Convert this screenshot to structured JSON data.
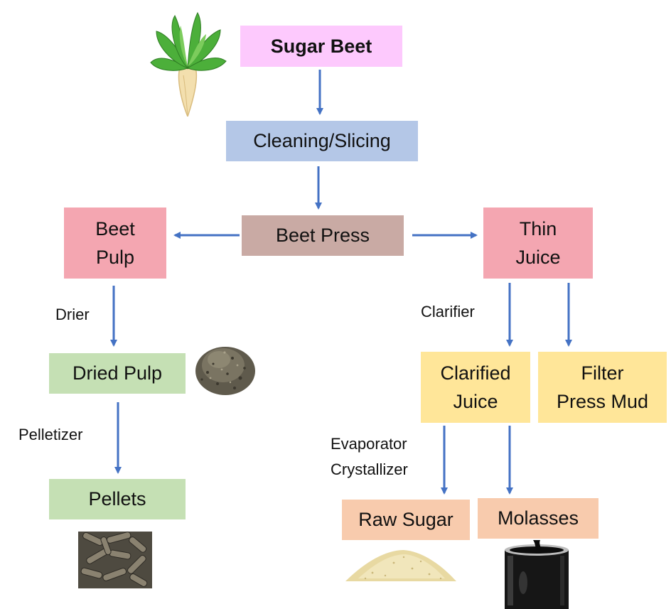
{
  "nodes": {
    "sugar_beet": "Sugar Beet",
    "cleaning": "Cleaning/Slicing",
    "beet_press": "Beet Press",
    "beet_pulp": "Beet\nPulp",
    "thin_juice": "Thin\nJuice",
    "dried_pulp": "Dried Pulp",
    "pellets": "Pellets",
    "clarified_juice": "Clarified\nJuice",
    "filter_mud": "Filter\nPress Mud",
    "raw_sugar": "Raw Sugar",
    "molasses": "Molasses"
  },
  "labels": {
    "drier": "Drier",
    "pelletizer": "Pelletizer",
    "clarifier": "Clarifier",
    "evaporator": "Evaporator\nCrystallizer"
  },
  "colors": {
    "pink": "#fdc9fd",
    "blue": "#b4c7e7",
    "brown": "#c9aaa4",
    "red": "#f4a6b1",
    "green": "#c5e0b4",
    "yellow": "#ffe699",
    "orange": "#f8cbad",
    "arrow": "#4472c4"
  },
  "icons": [
    "sugar-beet-icon",
    "dried-pulp-pile-icon",
    "pellets-icon",
    "raw-sugar-pile-icon",
    "molasses-jar-icon"
  ]
}
